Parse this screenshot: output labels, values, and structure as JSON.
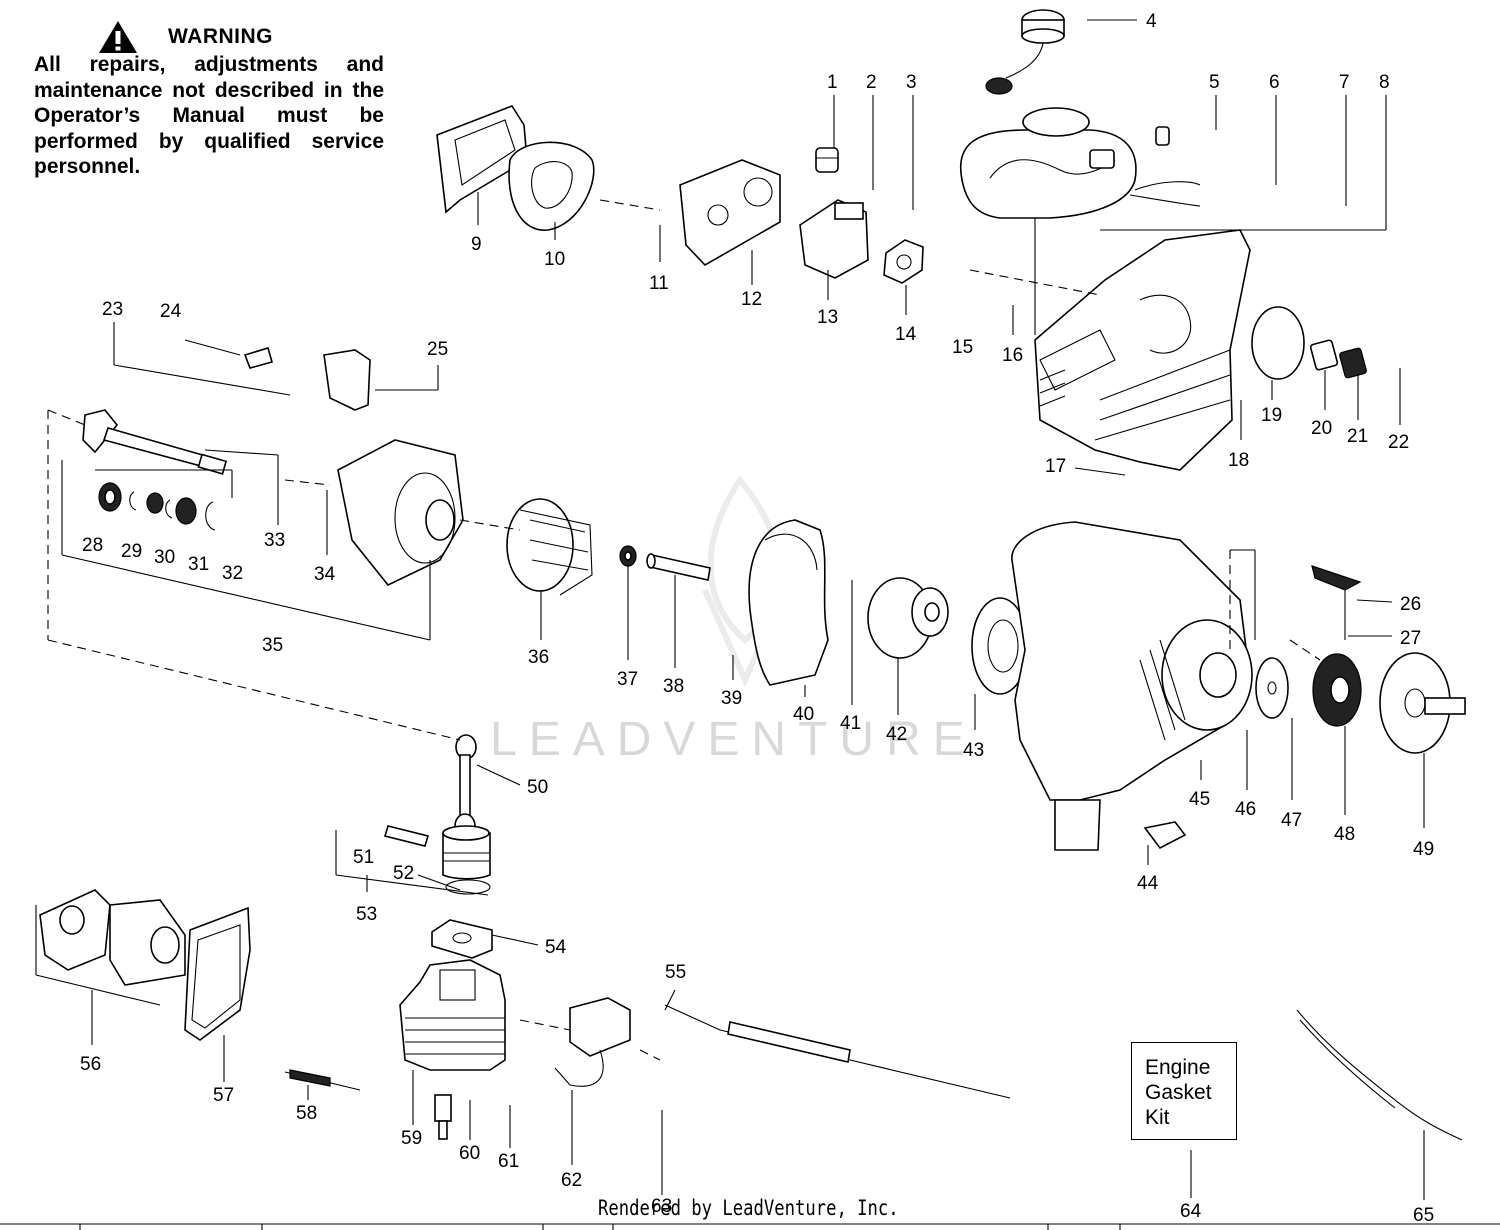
{
  "warning": {
    "title": "WARNING",
    "text": "All repairs, adjustments and maintenance not described in the Operator’s Manual must be performed by qualified service personnel."
  },
  "watermark": "LEADVENTURE",
  "kit_box": {
    "line1": "Engine",
    "line2": "Gasket",
    "line3": "Kit"
  },
  "footer": "Rendered by LeadVenture, Inc.",
  "callouts": [
    "1",
    "2",
    "3",
    "4",
    "5",
    "6",
    "7",
    "8",
    "9",
    "10",
    "11",
    "12",
    "13",
    "14",
    "15",
    "16",
    "17",
    "18",
    "19",
    "20",
    "21",
    "22",
    "23",
    "24",
    "25",
    "26",
    "27",
    "28",
    "29",
    "30",
    "31",
    "32",
    "33",
    "34",
    "35",
    "36",
    "37",
    "38",
    "39",
    "40",
    "41",
    "42",
    "43",
    "44",
    "45",
    "46",
    "47",
    "48",
    "49",
    "50",
    "51",
    "52",
    "53",
    "54",
    "55",
    "56",
    "57",
    "58",
    "59",
    "60",
    "61",
    "62",
    "63",
    "64",
    "65"
  ]
}
